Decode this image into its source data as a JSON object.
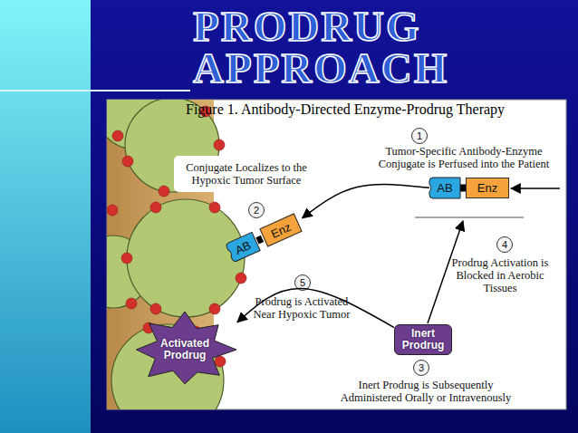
{
  "diagram": {
    "title": "PRODRUG APPROACH",
    "caption": "Figure 1. Antibody-Directed Enzyme-Prodrug Therapy",
    "nodes": [
      {
        "text": [
          "Conjugate Localizes to the Hypoxic Tumor Surface"
        ]
      },
      {
        "text": [
          "AB"
        ]
      },
      {
        "text": [
          "Enz"
        ]
      },
      {
        "text": [
          "AB"
        ]
      },
      {
        "text": [
          "Enz"
        ]
      },
      {
        "text": [
          "Inert Prodrug"
        ]
      },
      {
        "text": [
          "Activated Prodrug"
        ]
      }
    ],
    "edges": [
      {
        "from": 1,
        "to": 4,
        "arrow": "to"
      },
      {
        "from": 5,
        "to": 6,
        "arrow": "to"
      }
    ],
    "labels": [
      "1",
      "Tumor-Specific Antibody-Enzyme Conjugate is Perfused into the Patient",
      "2",
      "4",
      "Prodrug Activation is Blocked in Aerobic Tissues",
      "5",
      "Prodrug is Activated Near Hypoxic Tumor",
      "3",
      "Inert Prodrug is Subsequently Administered Orally or Intravenously"
    ]
  }
}
